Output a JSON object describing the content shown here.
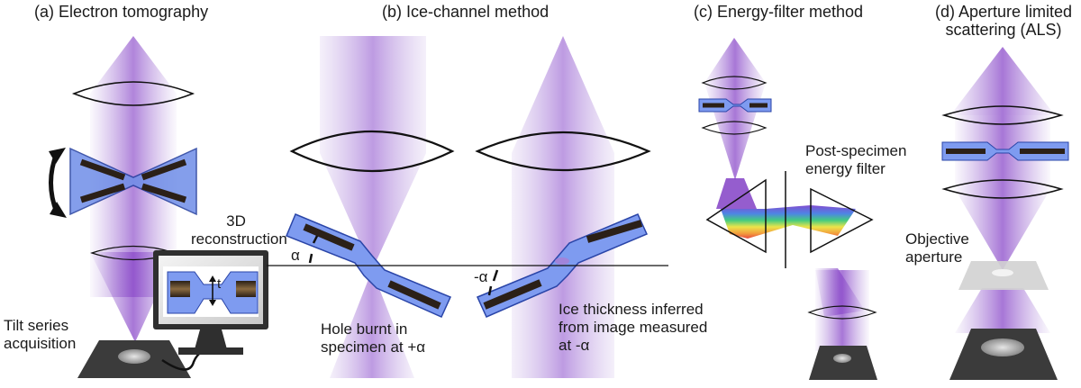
{
  "panels": {
    "a": {
      "title": "(a) Electron tomography",
      "reconstruction": [
        "3D",
        "reconstruction"
      ],
      "tilt": [
        "Tilt series",
        "acquisition"
      ],
      "thickness": "t"
    },
    "b": {
      "title": "(b) Ice-channel method",
      "angle_pos": "α",
      "angle_neg": "-α",
      "hole": [
        "Hole burnt in",
        "specimen at +α"
      ],
      "inferred": [
        "Ice thickness inferred",
        "from image measured",
        "at -α"
      ]
    },
    "c": {
      "title": "(c) Energy-filter method",
      "filter": [
        "Post-specimen",
        "energy filter"
      ]
    },
    "d": {
      "title": [
        "(d) Aperture limited",
        "scattering (ALS)"
      ],
      "aperture": [
        "Objective",
        "aperture"
      ]
    }
  },
  "colors": {
    "beam": "#8f55c6",
    "specimen": "#7e9bf0",
    "specimen_edge": "#2a45a8",
    "base": "#3b3b3b",
    "ice": "#6f5334"
  },
  "icons": [
    "tilt-arrow-icon",
    "monitor-icon",
    "lens-icon",
    "prism-icon",
    "detector-icon",
    "aperture-plate-icon"
  ]
}
